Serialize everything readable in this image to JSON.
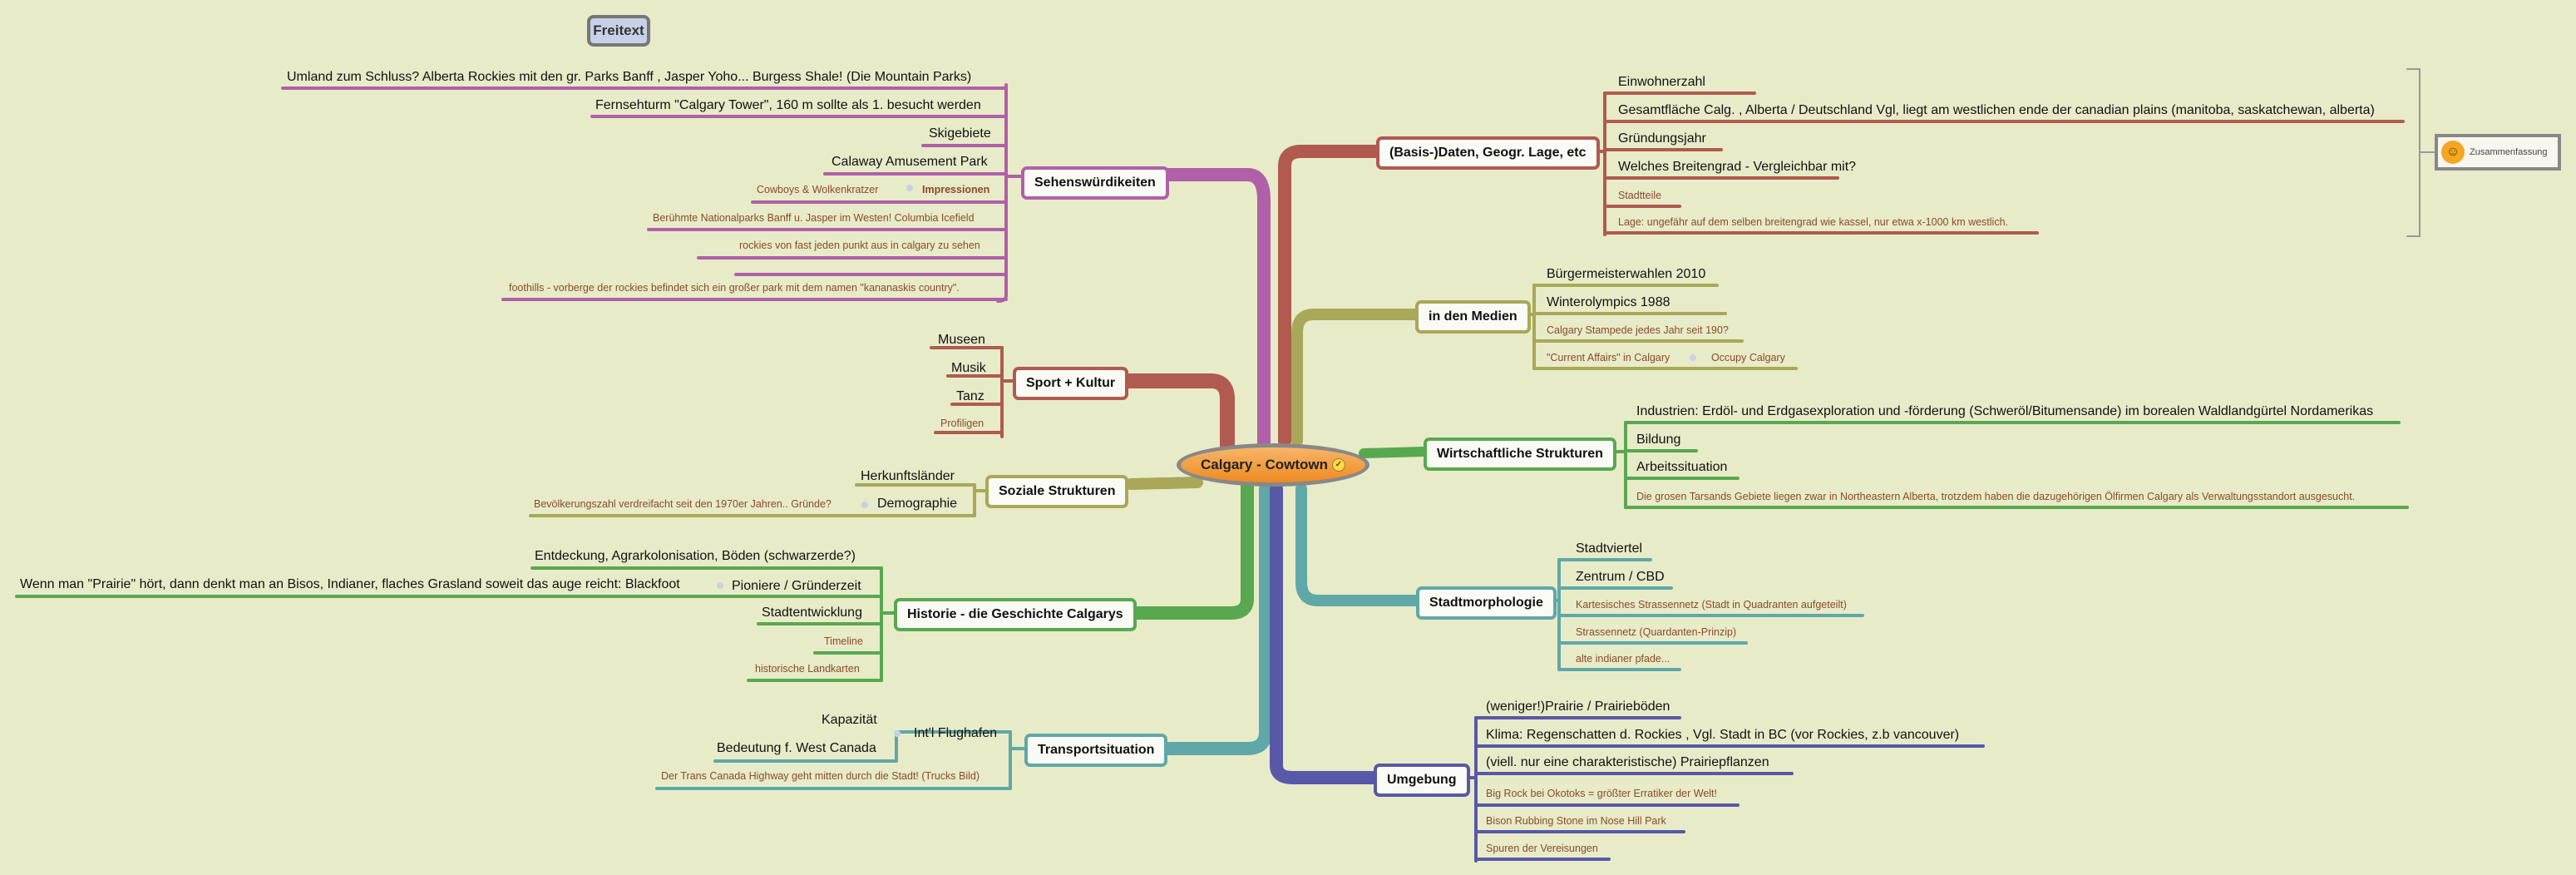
{
  "freitext": "Freitext",
  "center": "Calgary - Cowtown",
  "summary": "Zusammenfassung",
  "colors": {
    "bg": "#e8ebc8",
    "sehens": "#b060a8",
    "sport": "#b05a50",
    "sozial": "#a8a858",
    "historie": "#58a850",
    "transport": "#60a8a8",
    "basis": "#b05a50",
    "medien": "#a8a858",
    "wirtschaft": "#58a850",
    "stadt": "#60a8a8",
    "umgebung": "#5858a8"
  },
  "topics": {
    "sehens": "Sehenswürdikeiten",
    "sport": "Sport + Kultur",
    "sozial": "Soziale Strukturen",
    "historie": "Historie - die Geschichte Calgarys",
    "transport": "Transportsituation",
    "basis": "(Basis-)Daten, Geogr. Lage, etc",
    "medien": "in den Medien",
    "wirtschaft": "Wirtschaftliche Strukturen",
    "stadt": "Stadtmorphologie",
    "umgebung": "Umgebung"
  },
  "sehens": {
    "items": [
      "Umland zum Schluss? Alberta Rockies mit den gr. Parks Banff , Jasper Yoho... Burgess Shale! (Die Mountain Parks)",
      "Fernsehturm \"Calgary Tower\", 160 m sollte als 1. besucht werden",
      "Skigebiete",
      "Calaway Amusement Park",
      "Impressionen"
    ],
    "notes": [
      "Cowboys & Wolkenkratzer",
      "Berühmte Nationalparks Banff u. Jasper im Westen! Columbia Icefield",
      "rockies von fast jeden punkt aus in calgary zu sehen",
      "foothills - vorberge der rockies befindet sich ein großer park mit dem namen \"kananaskis country\"."
    ]
  },
  "sport": {
    "items": [
      "Museen",
      "Musik",
      "Tanz"
    ],
    "notes": [
      "Profiligen"
    ]
  },
  "sozial": {
    "items": [
      "Herkunftsländer",
      "Demographie"
    ],
    "notes": [
      "Bevölkerungszahl verdreifacht seit den 1970er Jahren.. Gründe?"
    ]
  },
  "historie": {
    "items": [
      "Entdeckung, Agrarkolonisation, Böden (schwarzerde?)",
      "Wenn man \"Prairie\" hört, dann denkt man an Bisos, Indianer, flaches Grasland soweit das auge reicht: Blackfoot",
      "Pioniere / Gründerzeit",
      "Stadtentwicklung"
    ],
    "notes": [
      "Timeline",
      "historische Landkarten"
    ]
  },
  "transport": {
    "items": [
      "Kapazität",
      "Int'l Flughafen",
      "Bedeutung f. West Canada"
    ],
    "notes": [
      "Der Trans Canada Highway geht mitten durch die Stadt! (Trucks Bild)"
    ]
  },
  "basis": {
    "items": [
      "Einwohnerzahl",
      "Gesamtfläche Calg. , Alberta / Deutschland Vgl, liegt am westlichen ende der canadian plains (manitoba, saskatchewan, alberta)",
      "Gründungsjahr",
      "Welches Breitengrad - Vergleichbar mit?"
    ],
    "notes": [
      "Stadtteile",
      "Lage: ungefähr auf dem selben breitengrad wie kassel, nur etwa x-1000 km westlich."
    ]
  },
  "medien": {
    "items": [
      "Bürgermeisterwahlen 2010",
      "Winterolympics 1988"
    ],
    "notes": [
      "Calgary Stampede jedes Jahr seit 190?",
      "\"Current Affairs\" in Calgary",
      "Occupy Calgary"
    ]
  },
  "wirtschaft": {
    "items": [
      "Industrien: Erdöl- und Erdgasexploration und -förderung (Schweröl/Bitumensande) im borealen Waldlandgürtel Nordamerikas",
      "Bildung",
      "Arbeitssituation"
    ],
    "notes": [
      "Die grosen Tarsands Gebiete liegen zwar in Northeastern Alberta, trotzdem haben die dazugehörigen Ölfirmen Calgary als Verwaltungsstandort ausgesucht."
    ]
  },
  "stadt": {
    "items": [
      "Stadtviertel",
      "Zentrum / CBD"
    ],
    "notes": [
      "Kartesisches Strassennetz (Stadt in Quadranten aufgeteilt)",
      "Strassennetz (Quardanten-Prinzip)",
      "alte indianer pfade..."
    ]
  },
  "umgebung": {
    "items": [
      "(weniger!)Prairie / Prairieböden",
      "Klima: Regenschatten d. Rockies ,  Vgl. Stadt in BC (vor Rockies, z.b vancouver)",
      "(viell. nur eine charakteristische) Prairiepflanzen"
    ],
    "notes": [
      "Big Rock bei Okotoks = größter Erratiker der Welt!",
      "Bison Rubbing Stone im Nose Hill Park",
      "Spuren der Vereisungen"
    ]
  }
}
